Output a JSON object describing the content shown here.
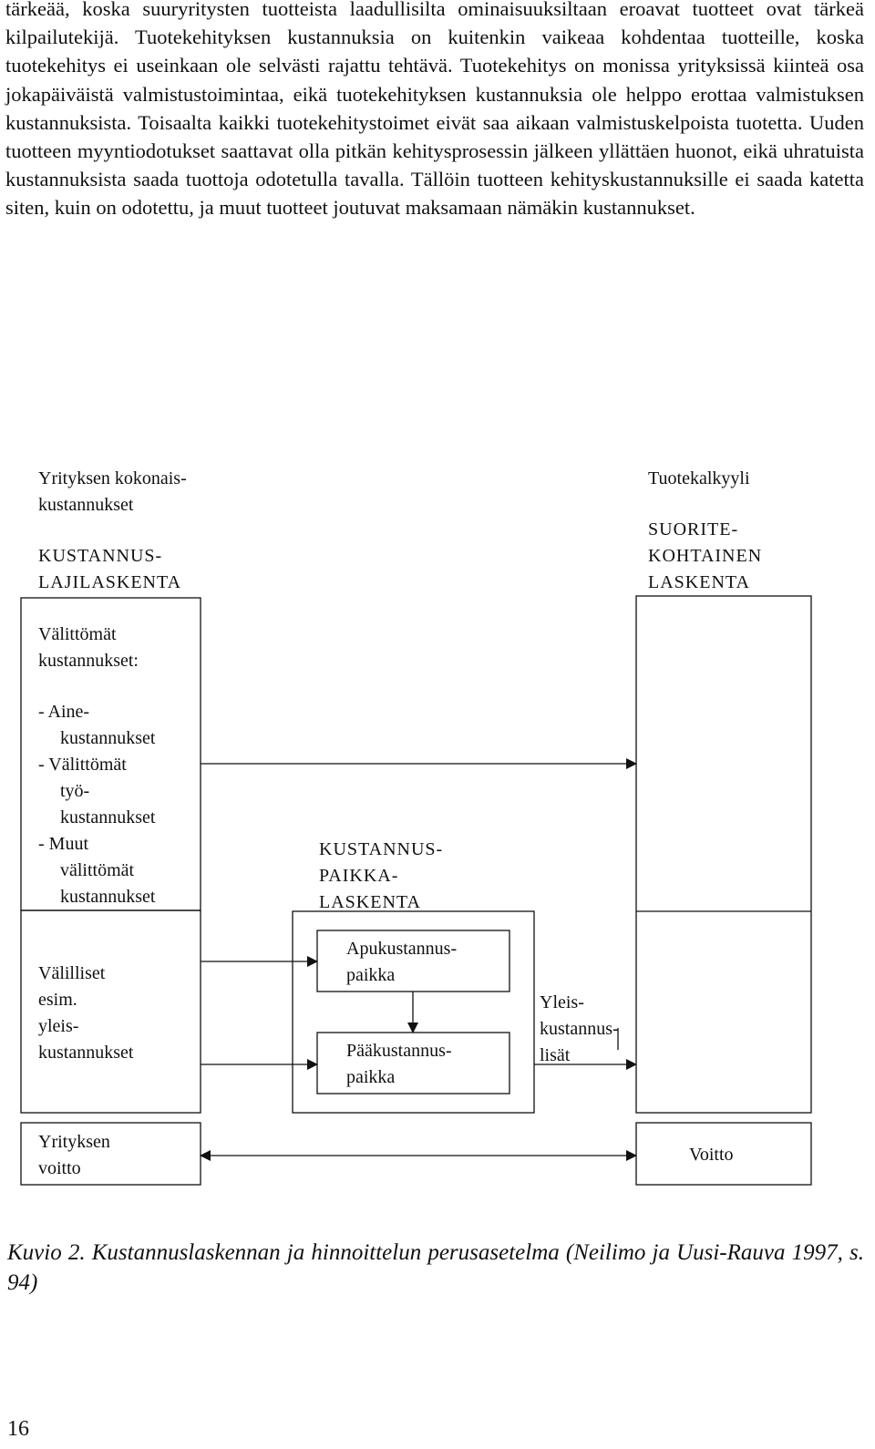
{
  "body_paragraph": "tärkeää, koska suuryritysten tuotteista laadullisilta ominaisuuksiltaan eroavat tuotteet ovat tärkeä kilpailutekijä. Tuotekehityksen kustannuksia on kuitenkin vaikeaa kohdentaa tuotteille, koska tuotekehitys ei useinkaan ole selvästi rajattu tehtävä. Tuotekehitys on monissa yrityksissä kiinteä osa jokapäiväistä valmistustoimintaa, eikä tuotekehityksen kustannuksia ole helppo erottaa valmistuksen kustannuksista. Toisaalta kaikki tuotekehitystoimet eivät saa aikaan valmistuskelpoista tuotetta. Uuden tuotteen myyntiodotukset saattavat olla pitkän kehitysprosessin jälkeen yllättäen huonot, eikä uhratuista kustannuksista saada tuottoja odotetulla tavalla. Tällöin tuotteen kehityskustannuksille ei saada katetta siten, kuin on odotettu, ja muut tuotteet joutuvat maksamaan nämäkin kustannukset.",
  "diagram": {
    "left_heading_1": "Yrityksen kokonais-",
    "left_heading_2": "kustannukset",
    "left_heading_3": "KUSTANNUS-",
    "left_heading_4": "LAJILASKENTA",
    "right_heading_1": "Tuotekalkyyli",
    "right_heading_2": "SUORITE-",
    "right_heading_3": "KOHTAINEN",
    "right_heading_4": "LASKENTA",
    "direct_title_1": "Välittömät",
    "direct_title_2": "kustannukset:",
    "direct_item_1a": "- Aine-",
    "direct_item_1b": "kustannukset",
    "direct_item_2a": "- Välittömät",
    "direct_item_2b": "työ-",
    "direct_item_2c": "kustannukset",
    "direct_item_3a": "- Muut",
    "direct_item_3b": "välittömät",
    "direct_item_3c": "kustannukset",
    "indirect_1": "Välilliset",
    "indirect_2": "esim.",
    "indirect_3": "yleis-",
    "indirect_4": "kustannukset",
    "company_profit_1": "Yrityksen",
    "company_profit_2": "voitto",
    "center_heading_1": "KUSTANNUS-",
    "center_heading_2": "PAIKKA-",
    "center_heading_3": "LASKENTA",
    "aux_cc_1": "Apukustannus-",
    "aux_cc_2": "paikka",
    "main_cc_1": "Pääkustannus-",
    "main_cc_2": "paikka",
    "overhead_1": "Yleis-",
    "overhead_2": "kustannus-",
    "overhead_3": "lisät",
    "profit_right": "Voitto"
  },
  "caption": "Kuvio 2. Kustannuslaskennan ja hinnoittelun perusasetelma (Neilimo ja Uusi-Rauva 1997, s. 94)",
  "page_number": "16"
}
